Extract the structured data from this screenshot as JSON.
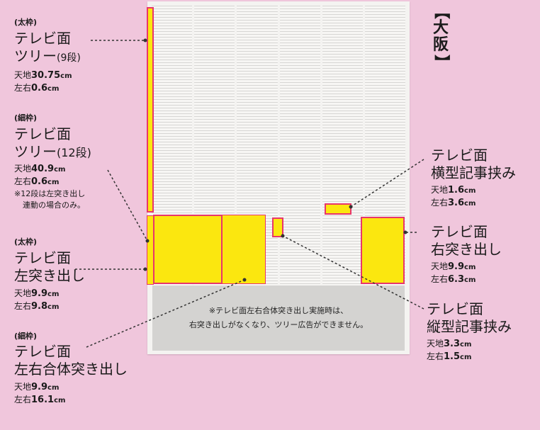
{
  "region_label": {
    "open_bracket": "【",
    "text_1": "大",
    "text_2": "阪",
    "close_bracket": "】"
  },
  "newspaper": {
    "note_line1": "※テレビ面左右合体突き出し実施時は、",
    "note_line2": "右突き出しがなくなり、ツリー広告ができません。"
  },
  "labels": {
    "tree9": {
      "frame": "(太枠)",
      "title1": "テレビ面",
      "title2a": "ツリー",
      "title2b": "(9段)",
      "dim1_prefix": "天地",
      "dim1_value": "30.75",
      "dim1_unit": "cm",
      "dim2_prefix": "左右",
      "dim2_value": "0.6",
      "dim2_unit": "cm"
    },
    "tree12": {
      "frame": "(細枠)",
      "title1": "テレビ面",
      "title2a": "ツリー",
      "title2b": "(12段)",
      "dim1_prefix": "天地",
      "dim1_value": "40.9",
      "dim1_unit": "cm",
      "dim2_prefix": "左右",
      "dim2_value": "0.6",
      "dim2_unit": "cm",
      "note1": "※12段は左突き出し",
      "note2": "連動の場合のみ。"
    },
    "left_out": {
      "frame": "(太枠)",
      "title1": "テレビ面",
      "title2": "左突き出し",
      "dim1_prefix": "天地",
      "dim1_value": "9.9",
      "dim1_unit": "cm",
      "dim2_prefix": "左右",
      "dim2_value": "9.8",
      "dim2_unit": "cm"
    },
    "combined": {
      "frame": "(細枠)",
      "title1": "テレビ面",
      "title2": "左右合体突き出し",
      "dim1_prefix": "天地",
      "dim1_value": "9.9",
      "dim1_unit": "cm",
      "dim2_prefix": "左右",
      "dim2_value": "16.1",
      "dim2_unit": "cm"
    },
    "horizontal": {
      "title1": "テレビ面",
      "title2": "横型記事挟み",
      "dim1_prefix": "天地",
      "dim1_value": "1.6",
      "dim1_unit": "cm",
      "dim2_prefix": "左右",
      "dim2_value": "3.6",
      "dim2_unit": "cm"
    },
    "right_out": {
      "title1": "テレビ面",
      "title2": "右突き出し",
      "dim1_prefix": "天地",
      "dim1_value": "9.9",
      "dim1_unit": "cm",
      "dim2_prefix": "左右",
      "dim2_value": "6.3",
      "dim2_unit": "cm"
    },
    "vertical": {
      "title1": "テレビ面",
      "title2": "縦型記事挟み",
      "dim1_prefix": "天地",
      "dim1_value": "3.3",
      "dim1_unit": "cm",
      "dim2_prefix": "左右",
      "dim2_value": "1.5",
      "dim2_unit": "cm"
    }
  },
  "colors": {
    "background": "#f0c6dc",
    "ad_fill": "#fbe70f",
    "ad_border": "#e8366b",
    "gray_band": "#d4d3d1"
  }
}
